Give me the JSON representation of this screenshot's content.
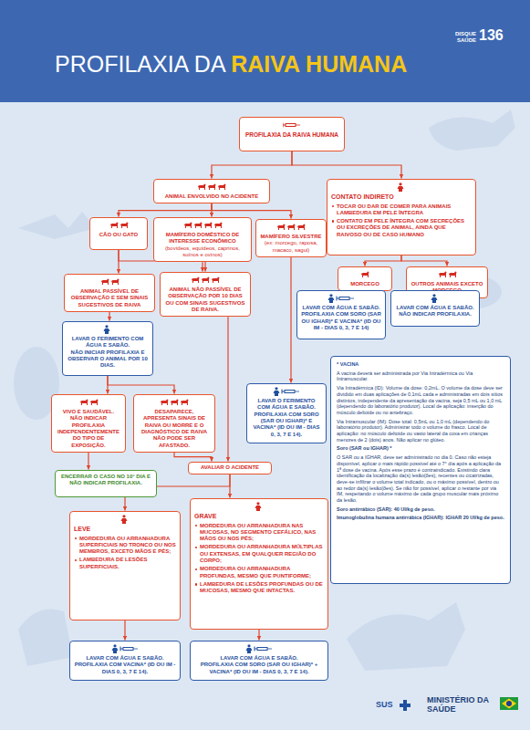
{
  "diagram": {
    "title": "PROFILAXIA DA RAIVA HUMANA",
    "nodes": [
      {
        "text": [
          "PROFILAXIA DA RAIVA HUMANA"
        ]
      },
      {
        "text": [
          "ANIMAL ENVOLVIDO NO ACIDENTE"
        ]
      },
      {
        "text": [
          "CONTATO INDIRETO",
          "TOCAR OU DAR DE COMER PARA ANIMAIS LAMBEDURA EM PELE ÍNTEGRA",
          "CONTATO EM PELE ÍNTEGRA COM SECREÇÕES OU EXCREÇÕES DE ANIMAL, AINDA QUE RAIVOSO OU DE CASO HUMANO"
        ]
      },
      {
        "text": [
          "CÃO OU GATO"
        ]
      },
      {
        "text": [
          "MAMÍFERO DOMÉSTICO DE INTERESSE ECONÔMICO",
          "(bovídeos, equídeos, caprinos, suínos e ovinos)"
        ]
      },
      {
        "text": [
          "MAMÍFERO SILVESTRE",
          "(ex: morcego, raposa, macaco, sagui)"
        ]
      },
      {
        "text": [
          "MORCEGO"
        ]
      },
      {
        "text": [
          "OUTROS ANIMAIS EXCETO MORCEGO"
        ]
      },
      {
        "text": [
          "ANIMAL PASSÍVEL DE OBSERVAÇÃO E SEM SINAIS SUGESTIVOS DE RAIVA"
        ]
      },
      {
        "text": [
          "ANIMAL NÃO PASSÍVEL DE OBSERVAÇÃO POR 10 DIAS OU COM SINAIS SUGESTIVOS DE RAIVA."
        ]
      },
      {
        "text": [
          "LAVAR COM ÁGUA E SABÃO.",
          "PROFILAXIA COM SORO (SAR OU IGHAR)* E VACINA* (ID OU IM - DIAS 0, 3, 7 E 14)"
        ]
      },
      {
        "text": [
          "LAVAR COM ÁGUA E SABÃO.",
          "NÃO INDICAR PROFILAXIA."
        ]
      },
      {
        "text": [
          "LAVAR O FERIMENTO COM ÁGUA E SABÃO.",
          "NÃO INICIAR PROFILAXIA E OBSERVAR O ANIMAL POR 10 DIAS."
        ]
      },
      {
        "text": [
          "VIVO E SAUDÁVEL.",
          "NÃO INDICAR PROFILAXIA INDEPENDENTEMENTE DO TIPO DE EXPOSIÇÃO."
        ]
      },
      {
        "text": [
          "DESAPARECE, APRESENTA SINAIS DE RAIVA OU MORRE E O DIAGNÓSTICO DE RAIVA NÃO PODE SER AFASTADO."
        ]
      },
      {
        "text": [
          "LAVAR O FERIMENTO COM ÁGUA E SABÃO.",
          "PROFILAXIA COM SORO (SAR OU IGHAR)* E VACINA* (ID OU IM - DIAS 0, 3, 7 E 14)."
        ]
      },
      {
        "text": [
          "* VACINA",
          "A vacina deverá ser administrada por Via Intradérmica ou Via Intramuscular.",
          "Via Intradérmica (ID): Volume da dose: 0,2mL. O volume da dose deve ser dividido em duas aplicações de 0,1mL cada e administradas em dois sítios distintos, independente da apresentação da vacina, seja 0,5 mL ou 1,0 mL (dependendo do laboratório produtor). Local de aplicação: inserção do músculo deltoide ou no antebraço.",
          "Via Intramuscular (IM): Dose total: 0,5mL ou 1,0 mL (dependendo do laboratório produtor). Administrar todo o volume do frasco. Local de aplicação: no músculo deltoide ou vasto lateral da coxa em crianças menores de 2 (dois) anos. Não aplicar no glúteo.",
          "Soro (SAR ou IGHAR) *",
          "O SAR ou a IGHAR, deve ser administrado no dia 0. Caso não esteja disponível, aplicar o mais rápido possível até o 7° dia após a aplicação da 1ª dose de vacina. Após esse prazo é contraindicado. Existindo clara identificação da localização da(s) lesão(ões), recentes ou cicatrizadas, deve-se infiltrar o volume total indicado, ou o máximo possível, dentro ou ao redor da(s) lesão(ões). Se não for possível, aplicar o restante por via IM, respeitando o volume máximo de cada grupo muscular mais próximo da lesão.",
          "Soro antirrábico (SAR): 40 UI/kg de peso.",
          "Imunoglobulina humana antirrábica (IGHAR): IGHAR 20 UI/kg de peso."
        ]
      },
      {
        "text": [
          "ENCERRAR O CASO NO 10° DIA E NÃO INDICAR PROFILAXIA."
        ]
      },
      {
        "text": [
          "AVALIAR O ACIDENTE"
        ]
      },
      {
        "text": [
          "LEVE",
          "MORDEDURA OU ARRANHADURA SUPERFICIAIS NO TRONCO OU NOS MEMBROS, EXCETO MÃOS E PÉS;",
          "LAMBEDURA DE LESÕES SUPERFICIAIS."
        ]
      },
      {
        "text": [
          "GRAVE",
          "MORDEDURA OU ARRANHADURA NAS MUCOSAS, NO SEGMENTO CEFÁLICO, NAS MÃOS OU NOS PÉS;",
          "MORDEDURA OU ARRANHADURA MÚLTIPLAS OU EXTENSAS, EM QUALQUER REGIÃO DO CORPO;",
          "MORDEDURA OU ARRANHADURA PROFUNDAS, MESMO QUE PUNTIFORME;",
          "LAMBEDURA DE LESÕES PROFUNDAS OU DE MUCOSAS, MESMO QUE INTACTAS."
        ]
      },
      {
        "text": [
          "LAVAR COM ÁGUA E SABÃO.",
          "PROFILAXIA COM VACINA* (ID OU IM - DIAS 0, 3, 7 E 14)."
        ]
      },
      {
        "text": [
          "LAVAR COM ÁGUA E SABÃO.",
          "PROFILAXIA COM SORO (SAR OU IGHAR)* + VACINA* (ID OU IM - DIAS 0, 3, 7 E 14)."
        ]
      }
    ],
    "edges": [
      {
        "from": 0,
        "to": 1,
        "arrow": "to"
      },
      {
        "from": 0,
        "to": 2,
        "arrow": "to"
      },
      {
        "from": 1,
        "to": 3,
        "arrow": "to"
      },
      {
        "from": 1,
        "to": 4,
        "arrow": "to"
      },
      {
        "from": 1,
        "to": 5,
        "arrow": "to"
      },
      {
        "from": 2,
        "to": 6,
        "arrow": "to"
      },
      {
        "from": 2,
        "to": 7,
        "arrow": "to"
      },
      {
        "from": 3,
        "to": 8,
        "arrow": "to"
      },
      {
        "from": 3,
        "to": 9,
        "arrow": "to"
      },
      {
        "from": 4,
        "to": 9,
        "arrow": "to"
      },
      {
        "from": 5,
        "to": 15,
        "arrow": "to"
      },
      {
        "from": 6,
        "to": 10,
        "arrow": "to"
      },
      {
        "from": 7,
        "to": 11,
        "arrow": "to"
      },
      {
        "from": 8,
        "to": 12,
        "arrow": "to"
      },
      {
        "from": 12,
        "to": 13,
        "arrow": "to"
      },
      {
        "from": 12,
        "to": 14,
        "arrow": "to"
      },
      {
        "from": 13,
        "to": 17,
        "arrow": "to"
      },
      {
        "from": 9,
        "to": 18,
        "arrow": "to"
      },
      {
        "from": 14,
        "to": 18,
        "arrow": "to"
      },
      {
        "from": 18,
        "to": 19,
        "arrow": "to"
      },
      {
        "from": 18,
        "to": 20,
        "arrow": "to"
      },
      {
        "from": 19,
        "to": 21,
        "arrow": "to"
      },
      {
        "from": 20,
        "to": 22,
        "arrow": "to"
      }
    ],
    "labels": [
      "DISQUE SAÚDE",
      "136",
      "SUS",
      "MINISTÉRIO DA SAÚDE"
    ]
  }
}
